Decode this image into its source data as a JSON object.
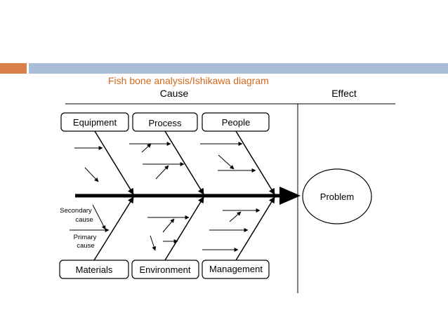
{
  "slide": {
    "title": "Fish bone analysis/Ishikawa diagram",
    "title_color": "#D2691E",
    "accent_color": "#D9804A",
    "bar_color": "#A9BDD6"
  },
  "header": {
    "cause": "Cause",
    "effect": "Effect"
  },
  "categories": {
    "equipment": "Equipment",
    "process": "Process",
    "people": "People",
    "materials": "Materials",
    "environment": "Environment",
    "management": "Management"
  },
  "effect": {
    "label": "Problem"
  },
  "legend": {
    "secondary_line1": "Secondary",
    "secondary_line2": "cause",
    "primary_line1": "Primary",
    "primary_line2": "cause"
  }
}
